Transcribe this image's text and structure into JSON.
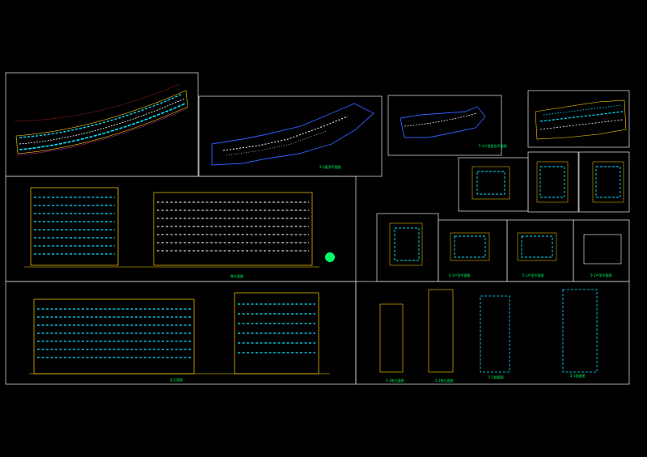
{
  "colors": {
    "background": "#000000",
    "frame": "#cfcfcf",
    "cyan": "#00e5ff",
    "yellow": "#ffd400",
    "white": "#ffffff",
    "magenta": "#ff3ad8",
    "green": "#00ff66",
    "blue": "#3060ff",
    "red": "#ff3030"
  },
  "drawings": [
    {
      "id": "plan-curved-large",
      "kind": "floor-plan"
    },
    {
      "id": "plan-curved-roof",
      "kind": "roof-plan"
    },
    {
      "id": "plan-curved-small",
      "kind": "site-plan"
    },
    {
      "id": "plan-unit-tr",
      "kind": "floor-plan"
    },
    {
      "id": "plan-unit-a",
      "kind": "floor-plan"
    },
    {
      "id": "plan-unit-b",
      "kind": "floor-plan"
    },
    {
      "id": "plan-unit-c",
      "kind": "floor-plan"
    },
    {
      "id": "plan-unit-d",
      "kind": "floor-plan"
    },
    {
      "id": "plan-unit-e",
      "kind": "floor-plan"
    },
    {
      "id": "plan-unit-f",
      "kind": "floor-plan"
    },
    {
      "id": "plan-unit-g",
      "kind": "floor-plan"
    },
    {
      "id": "elevation-south",
      "kind": "elevation"
    },
    {
      "id": "elevation-north",
      "kind": "elevation"
    },
    {
      "id": "section-1",
      "kind": "side-elevation"
    },
    {
      "id": "section-2",
      "kind": "side-elevation"
    },
    {
      "id": "section-3",
      "kind": "section"
    },
    {
      "id": "section-4",
      "kind": "section"
    }
  ]
}
